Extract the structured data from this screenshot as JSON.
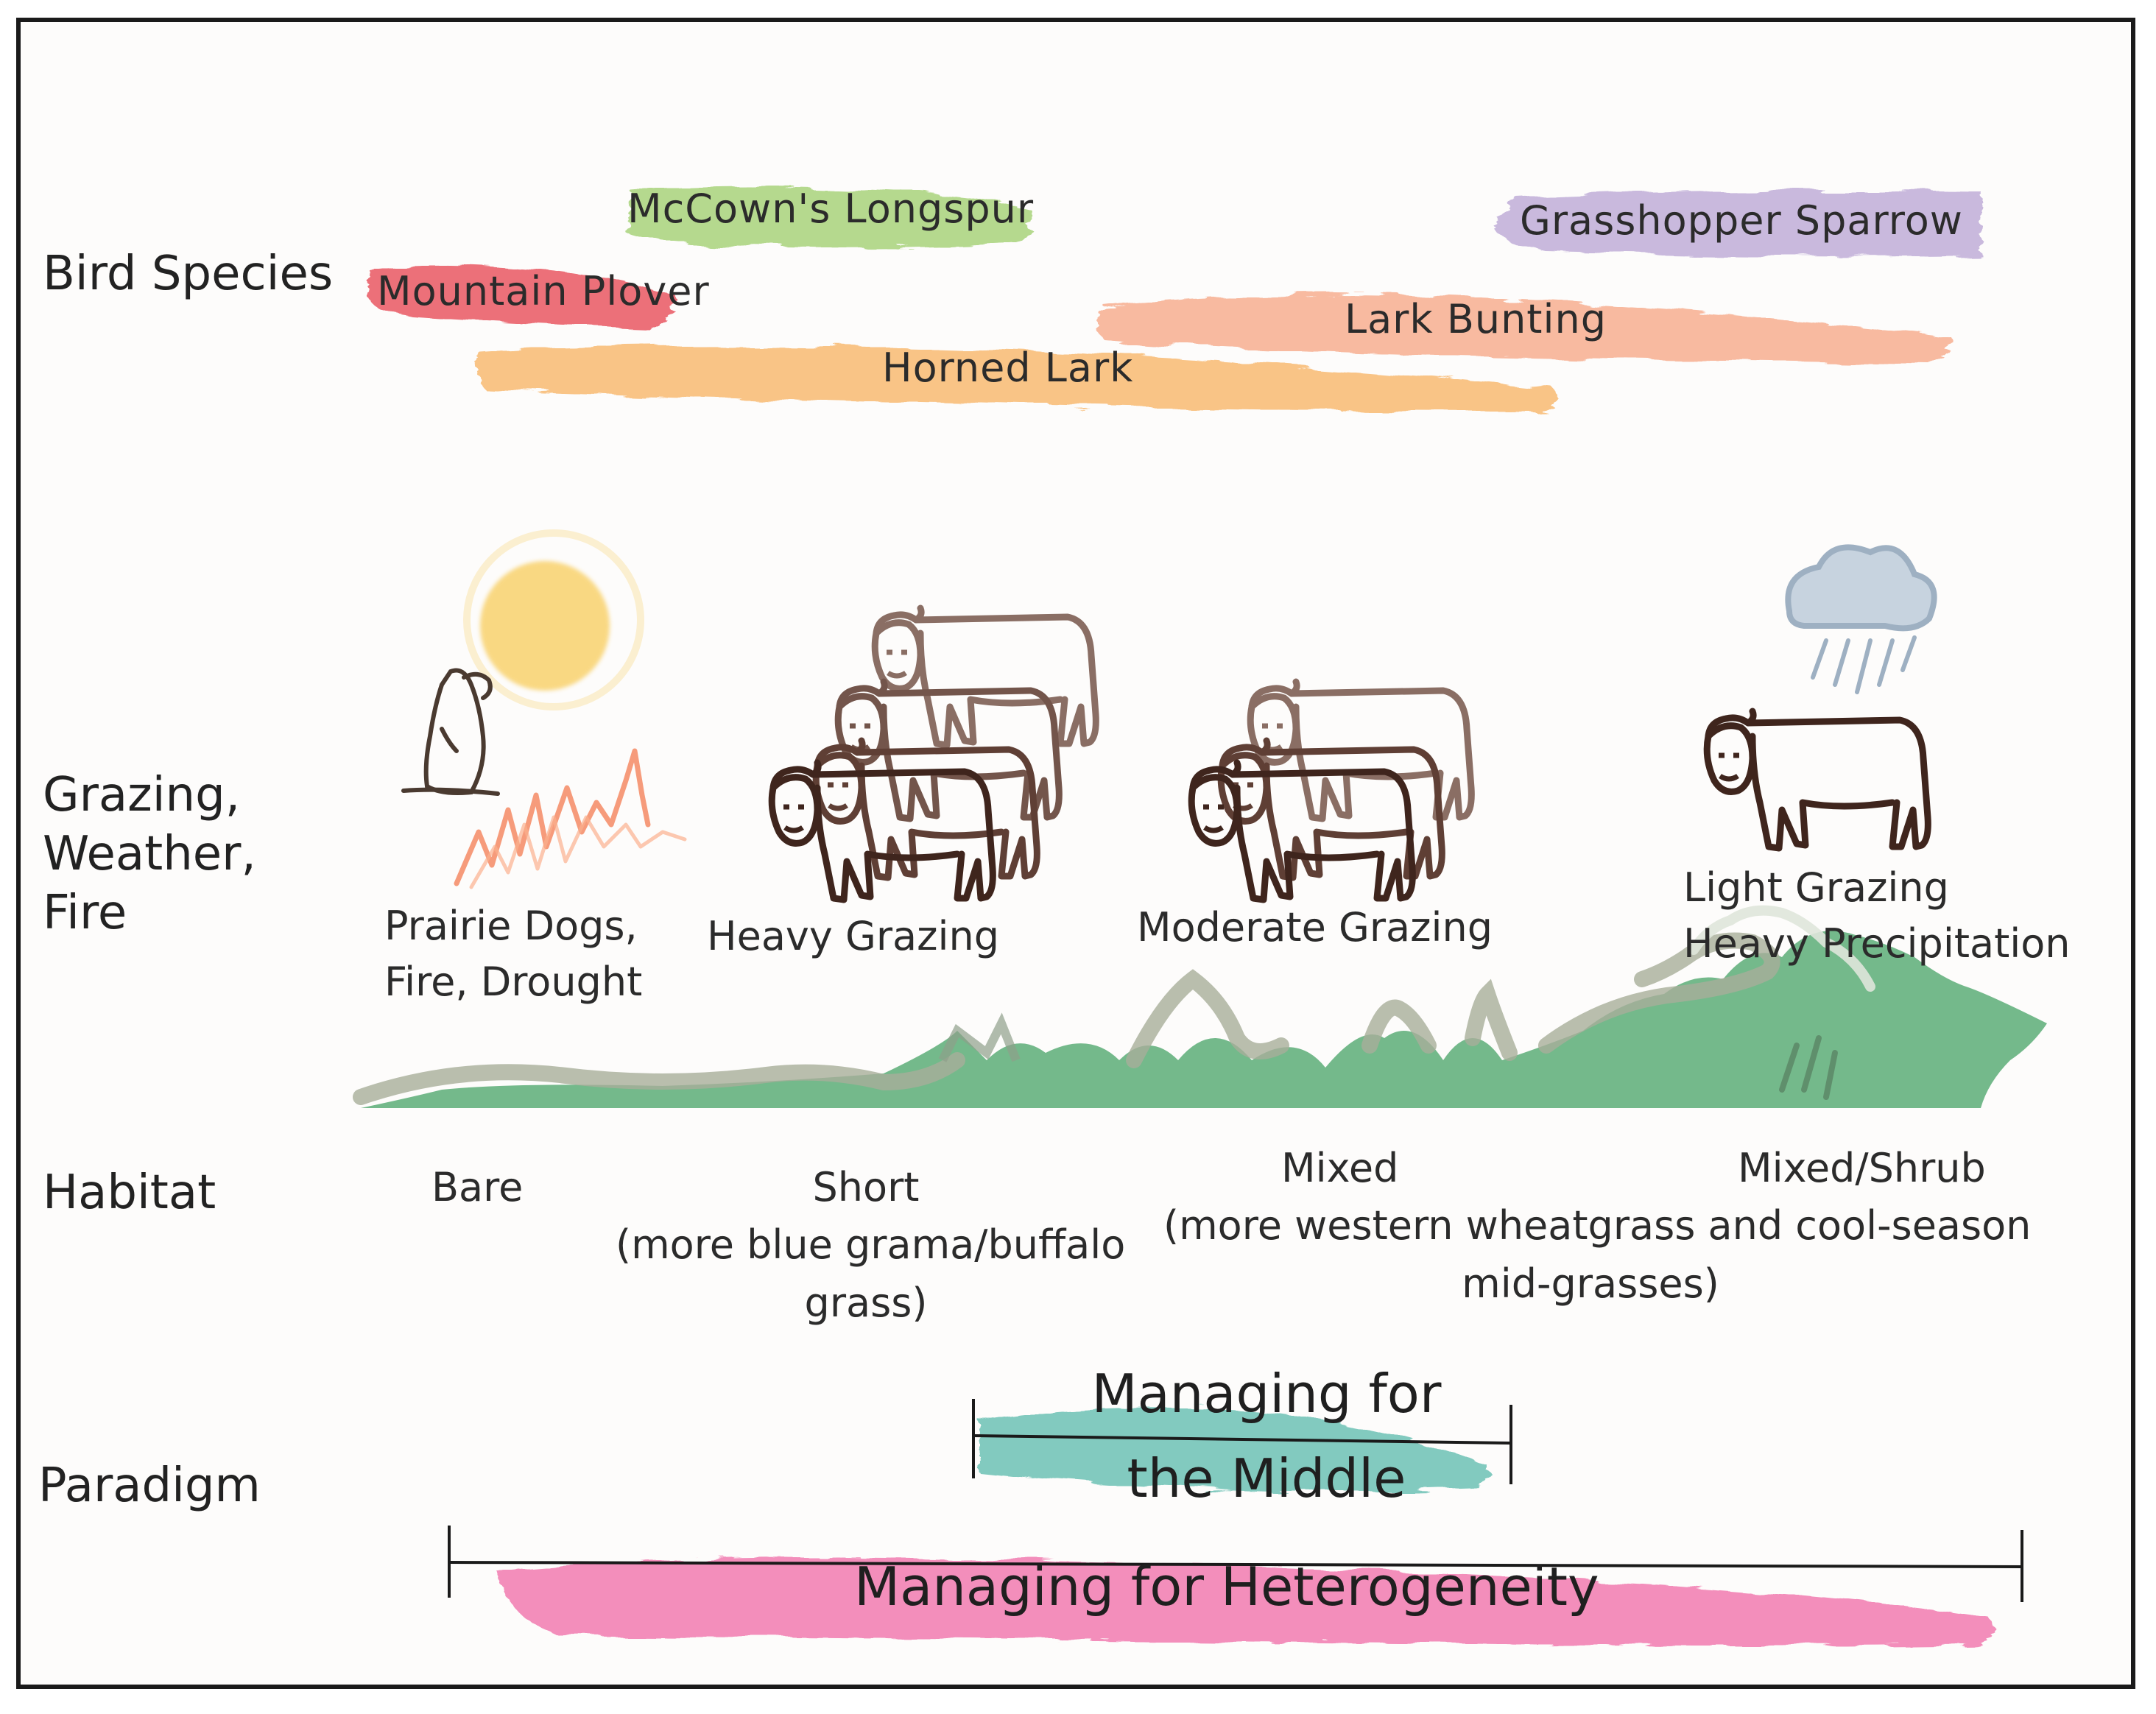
{
  "rows": {
    "birds": "Bird Species",
    "grazing": [
      "Grazing,",
      "Weather,",
      "Fire"
    ],
    "habitat": "Habitat",
    "paradigm": "Paradigm"
  },
  "birds": [
    {
      "name": "McCown's Longspur",
      "color": "#9ccd6a"
    },
    {
      "name": "Grasshopper Sparrow",
      "color": "#b7a3d3"
    },
    {
      "name": "Mountain Plover",
      "color": "#e8505b"
    },
    {
      "name": "Lark Bunting",
      "color": "#f5a17e"
    },
    {
      "name": "Horned Lark",
      "color": "#f7b465"
    }
  ],
  "grazing": {
    "prairie": [
      "Prairie Dogs,",
      "Fire, Drought"
    ],
    "heavy": "Heavy Grazing",
    "moderate": "Moderate Grazing",
    "light": [
      "Light Grazing",
      "Heavy Precipitation"
    ]
  },
  "habitat": {
    "bare": "Bare",
    "short": [
      "Short",
      "(more blue grama/buffalo",
      "grass)"
    ],
    "mixed": [
      "Mixed",
      "(more western wheatgrass and cool-season",
      "mid-grasses)"
    ],
    "shrub": "Mixed/Shrub"
  },
  "paradigm": {
    "middle": [
      "Managing for",
      "the Middle"
    ],
    "middle_color": "#4fb6a6",
    "heterogeneity": "Managing for Heterogeneity",
    "heterogeneity_color": "#f06aa6"
  },
  "colors": {
    "cattle": "#4a2b22",
    "grass": "#6db585",
    "sun": "#f8c94f",
    "cloud": "#a7b8c9",
    "fire": "#f58a64"
  }
}
